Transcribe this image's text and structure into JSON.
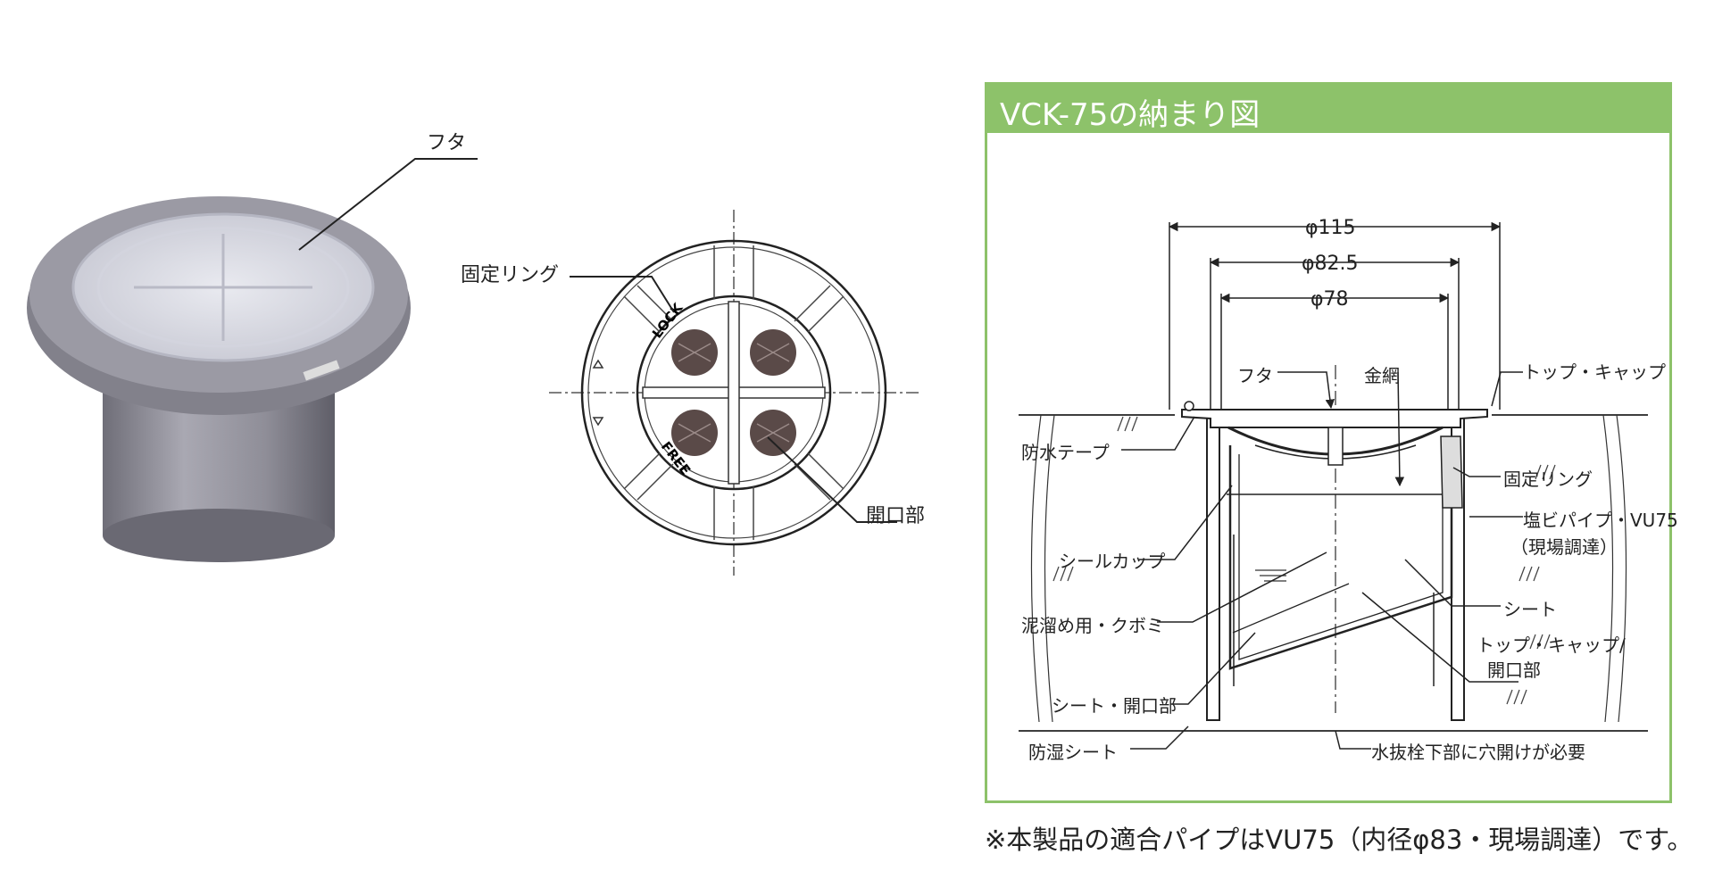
{
  "photo": {
    "label_lid": "フタ"
  },
  "top_view": {
    "label_ring": "固定リング",
    "label_opening": "開口部",
    "ring_text_lock": "LOCK",
    "ring_text_free": "FREE"
  },
  "install": {
    "title": "VCK-75の納まり図",
    "dim_115": "φ115",
    "dim_825": "φ82.5",
    "dim_78": "φ78",
    "labels": {
      "futa": "フタ",
      "kanaami": "金網",
      "top_cap": "トップ・キャップ",
      "bousui_tape": "防水テープ",
      "kotei_ring": "固定リング",
      "pipe": "塩ビパイプ・VU75",
      "pipe_note": "（現場調達）",
      "seal_cup": "シールカップ",
      "sheet": "シート",
      "doro": "泥溜め用・クボミ",
      "top_cap_open_1": "トップ・キャップ/",
      "top_cap_open_2": "開口部",
      "sheet_open": "シート・開口部",
      "boushitsu": "防湿シート",
      "mizunuki": "水抜栓下部に穴開けが必要"
    }
  },
  "footnote": "※本製品の適合パイプはVU75（内径φ83・現場調達）です。"
}
